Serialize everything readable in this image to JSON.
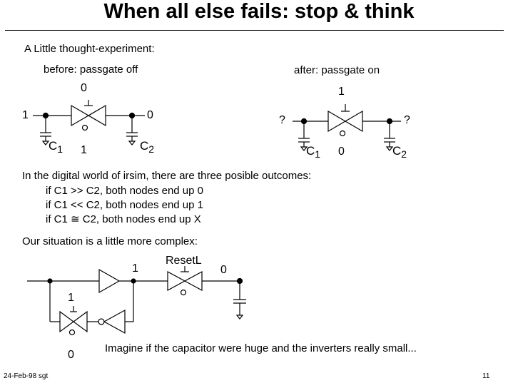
{
  "slide": {
    "title": "When all else fails: stop & think",
    "intro": "A Little thought-experiment:",
    "before_label": "before: passgate off",
    "after_label": "after: passgate on",
    "before_circuit": {
      "gate_top": "0",
      "gate_bottom": "1",
      "left_node": "1",
      "right_node": "0",
      "cap1": {
        "letter": "C",
        "sub": "1"
      },
      "cap2": {
        "letter": "C",
        "sub": "2"
      }
    },
    "after_circuit": {
      "gate_top": "1",
      "gate_bottom": "0",
      "left_node": "?",
      "right_node": "?",
      "cap1": {
        "letter": "C",
        "sub": "1"
      },
      "cap2": {
        "letter": "C",
        "sub": "2"
      }
    },
    "outcomes_intro": "In the digital world of irsim, there are three posible outcomes:",
    "outcomes": [
      "if C1 >> C2, both nodes end up 0",
      "if C1 << C2, both nodes end up 1",
      "if C1 ≅ C2, both nodes end up X"
    ],
    "complex_intro": "Our situation is a little more complex:",
    "complex_circuit": {
      "inv_out": "1",
      "reset_label": "ResetL",
      "reset_out": "0",
      "feedback_top": "1",
      "feedback_bottom": "0"
    },
    "imagine": "Imagine if the capacitor were huge and the inverters really small...",
    "footer_left": "24-Feb-98 sgt",
    "page_number": "11"
  }
}
